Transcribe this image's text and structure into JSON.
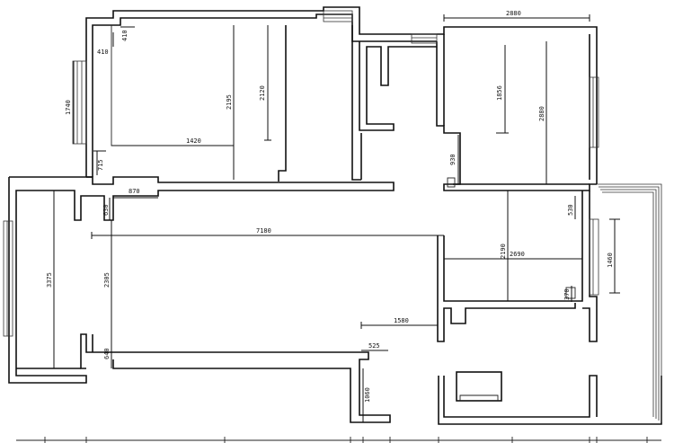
{
  "dimensions": {
    "d2880_top": "2880",
    "d410": "410",
    "d410b": "410",
    "d1740": "1740",
    "d2120": "2120",
    "d2195": "2195",
    "d1420": "1420",
    "d715": "715",
    "d870": "870",
    "d630": "630",
    "d1856": "1856",
    "d2880_right": "2880",
    "d930": "930",
    "d7180": "7180",
    "d530": "530",
    "d3375": "3375",
    "d2305": "2305",
    "d2190": "2190",
    "d2690": "2690",
    "d1460": "1460",
    "d370": "370",
    "d1580": "1580",
    "d640": "640",
    "d525": "525",
    "d1060": "1060"
  }
}
